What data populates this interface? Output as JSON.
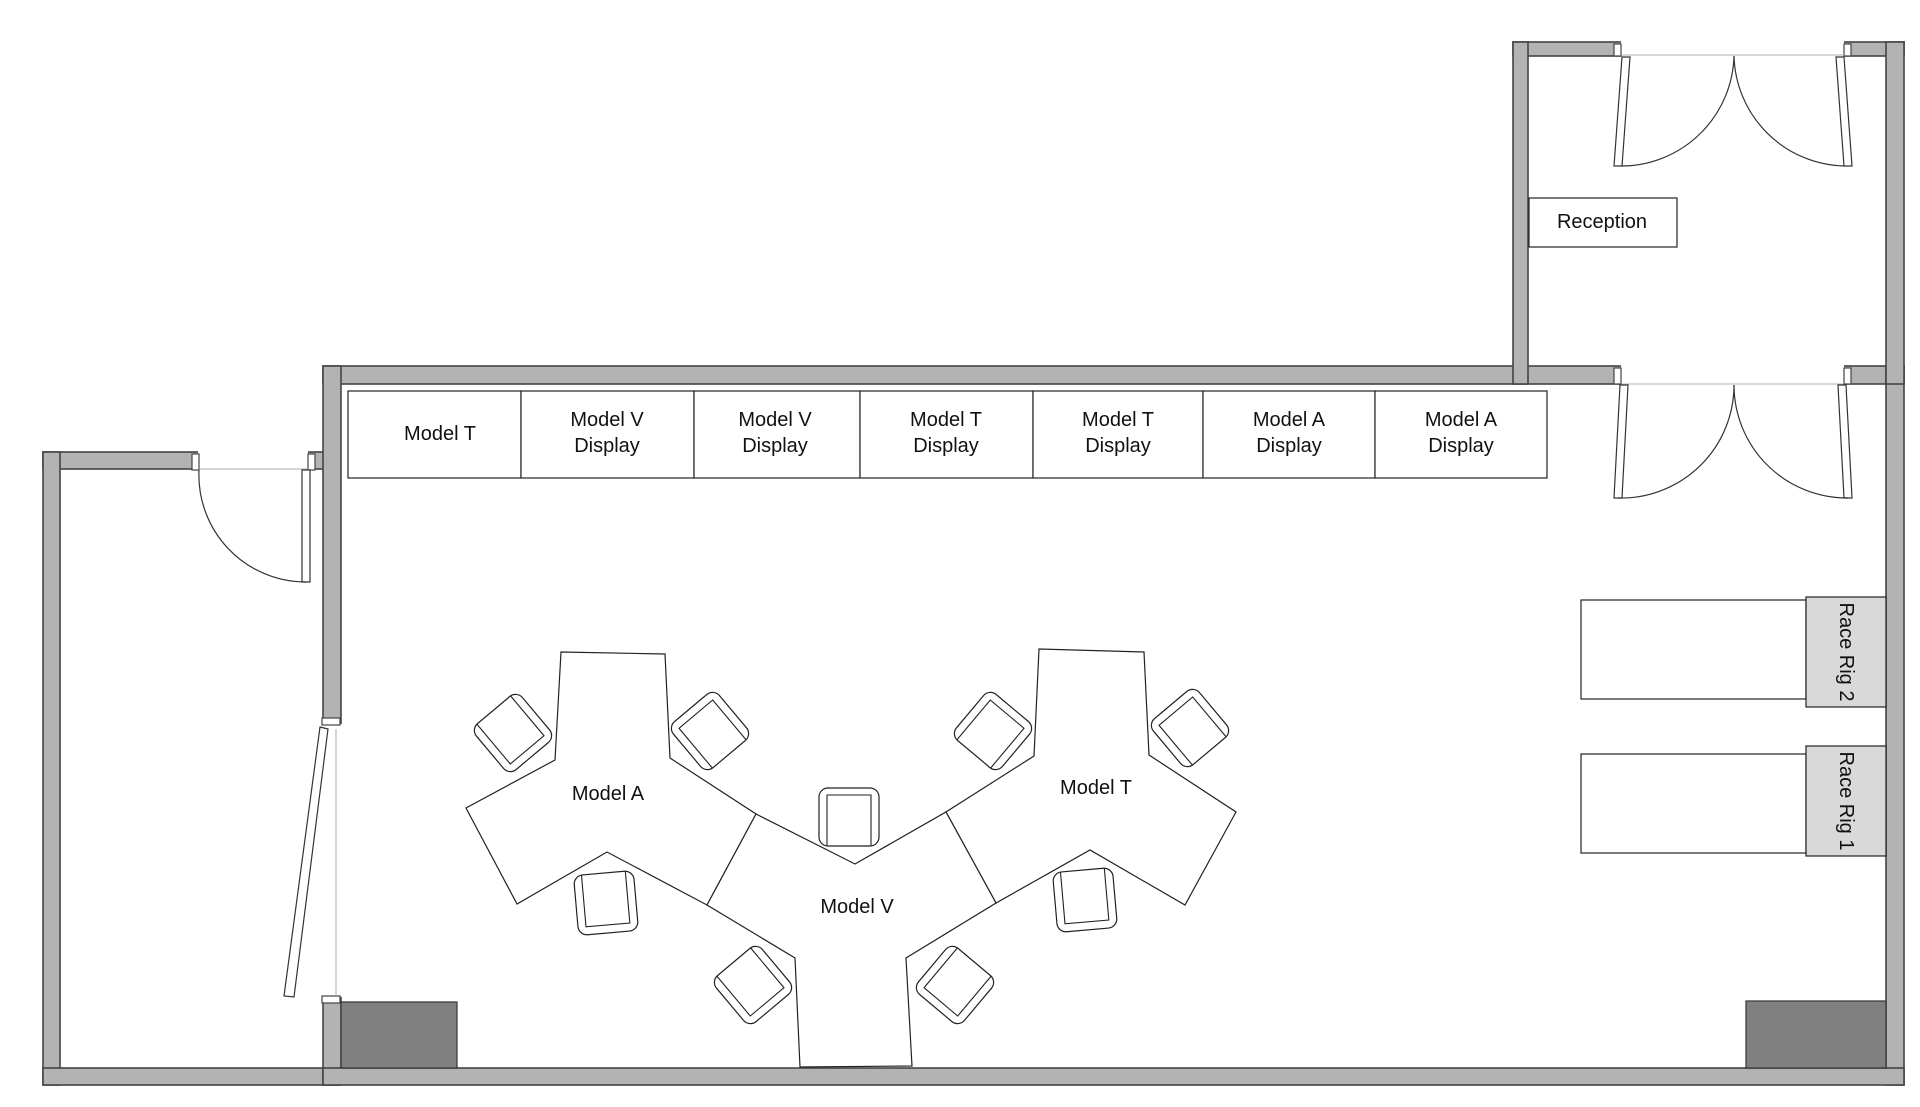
{
  "labels": {
    "reception": "Reception",
    "row_top": [
      {
        "line1": "Model T",
        "line2": ""
      },
      {
        "line1": "Model V",
        "line2": "Display"
      },
      {
        "line1": "Model V",
        "line2": "Display"
      },
      {
        "line1": "Model T",
        "line2": "Display"
      },
      {
        "line1": "Model T",
        "line2": "Display"
      },
      {
        "line1": "Model A",
        "line2": "Display"
      },
      {
        "line1": "Model A",
        "line2": "Display"
      }
    ],
    "race_rig_2": "Race Rig 2",
    "race_rig_1": "Race Rig 1",
    "desk_a": "Model A",
    "desk_v": "Model V",
    "desk_t": "Model T"
  },
  "colors": {
    "wall": "#b3b3b3",
    "block": "#808080",
    "rig_head": "#d9d9d9",
    "line": "#222222"
  }
}
